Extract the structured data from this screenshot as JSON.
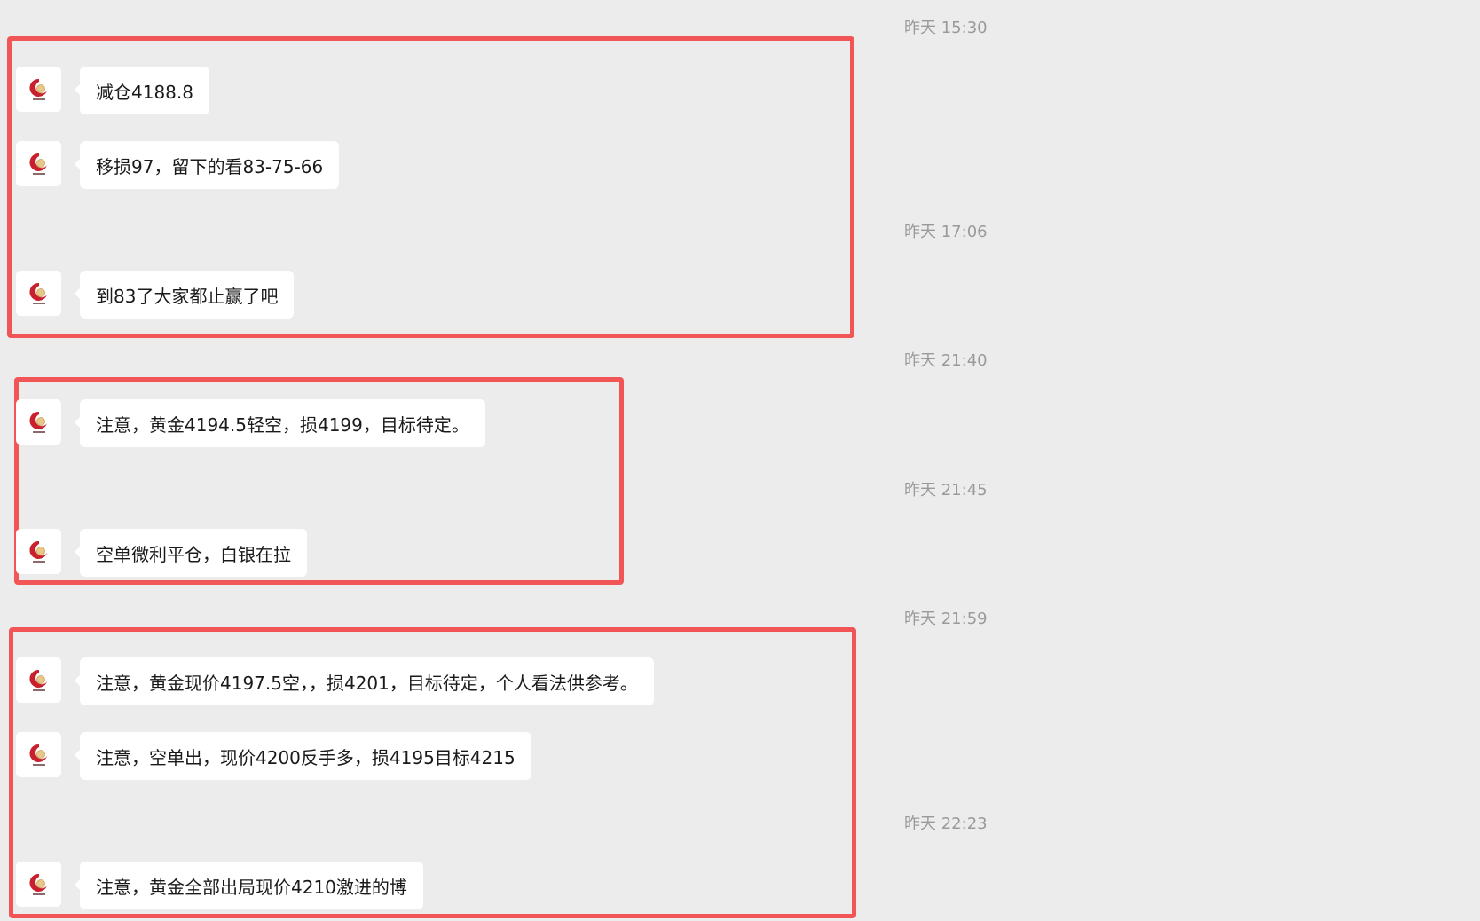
{
  "colors": {
    "background": "#ececec",
    "highlight_border": "#f25555",
    "bubble": "#ffffff",
    "timestamp": "#9a9a9a"
  },
  "timestamps": [
    {
      "label": "昨天 15:30"
    },
    {
      "label": "昨天 17:06"
    },
    {
      "label": "昨天 21:40"
    },
    {
      "label": "昨天 21:45"
    },
    {
      "label": "昨天 21:59"
    },
    {
      "label": "昨天 22:23"
    }
  ],
  "messages": [
    {
      "avatar": "red-swirl-logo",
      "text": "减仓4188.8"
    },
    {
      "avatar": "red-swirl-logo",
      "text": "移损97，留下的看83-75-66"
    },
    {
      "avatar": "red-swirl-logo",
      "text": "到83了大家都止赢了吧"
    },
    {
      "avatar": "red-swirl-logo",
      "text": "注意，黄金4194.5轻空，损4199，目标待定。"
    },
    {
      "avatar": "red-swirl-logo",
      "text": "空单微利平仓，白银在拉"
    },
    {
      "avatar": "red-swirl-logo",
      "text": "注意，黄金现价4197.5空，，损4201，目标待定，个人看法供参考。"
    },
    {
      "avatar": "red-swirl-logo",
      "text": "注意，空单出，现价4200反手多，损4195目标4215"
    },
    {
      "avatar": "red-swirl-logo",
      "text": "注意，黄金全部出局现价4210激进的博"
    }
  ]
}
